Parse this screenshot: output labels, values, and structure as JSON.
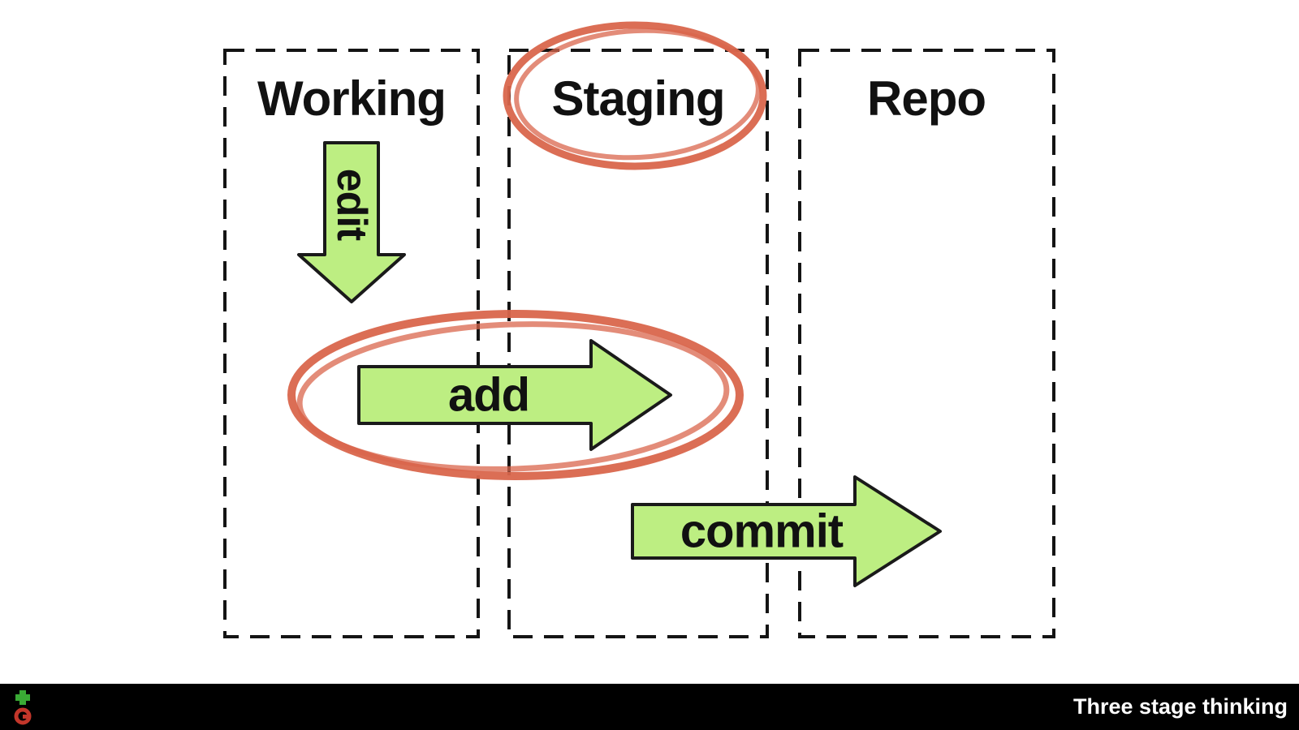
{
  "columns": [
    {
      "label": "Working"
    },
    {
      "label": "Staging"
    },
    {
      "label": "Repo"
    }
  ],
  "arrows": {
    "edit": "edit",
    "add": "add",
    "commit": "commit"
  },
  "highlights": [
    "staging-title-circled",
    "add-arrow-circled"
  ],
  "footer": {
    "caption": "Three stage thinking"
  },
  "icons": {
    "footer_logo": "git-logo-icon"
  },
  "colors": {
    "arrow_fill": "#bdee82",
    "arrow_stroke": "#1a1a1a",
    "box_border": "#141414",
    "highlight_red": "#d9664c",
    "footer_bg": "#000000",
    "footer_text": "#ffffff",
    "background": "#ffffff"
  }
}
